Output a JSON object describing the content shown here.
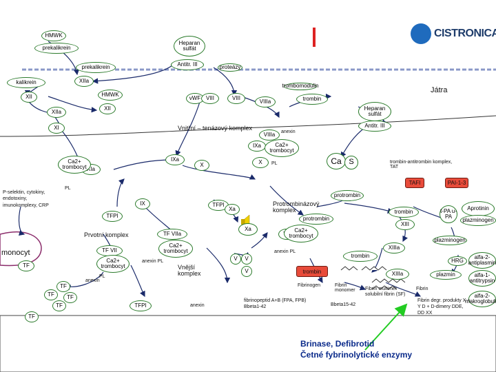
{
  "logo": {
    "text": "CISTRONICA"
  },
  "labels": {
    "hmwk_top": "HMWK",
    "prekalikrein_top": "prekalikrein",
    "heparan_top": "Heparan sulfát",
    "antitr_top": "Antitr. III",
    "prekalikrein_mid": "prekalikrein",
    "proteazy": "proteázy",
    "kalikrein": "kalikrein",
    "xiia_top": "XIIa",
    "trombomodulin": "trombomodulin",
    "xii": "XII",
    "hmwk_mid": "HMWK",
    "xiia_left": "XIIa",
    "xii_mid": "XII",
    "vwf": "vWF",
    "viii": "VIII",
    "viii_b": "VIII",
    "viiia_top": "VIIIa",
    "trombin_top": "trombin",
    "jatra": "Játra",
    "heparan_right": "Heparan sulfát",
    "antitr_right": "Antitr. III",
    "xi": "XI",
    "vnitrni": "Vnitřní – tenázový komplex",
    "viiia_mid": "VIIIa",
    "anexin_top": "anexin",
    "ixa_mid": "IXa",
    "ca_trombocyt_1": "Ca2+ trombocyt",
    "xia": "XIa",
    "ca_trombocyt_left": "Ca2+ trombocyt",
    "ixa_left": "IXa",
    "x_left": "X",
    "x_mid": "X",
    "pl_mid": "PL",
    "ca_big": "Ca",
    "s_big": "S",
    "trombin_antitrombin": "trombin-antitrombin komplex, TAT",
    "pselektin": "P-selektin, cytokiny, endotoxiny, imunokomplexy, CRP",
    "pl_left": "PL",
    "tafi": "TAFI",
    "pai": "PAI-1-3",
    "ix": "IX",
    "tfpi_left": "TFPI",
    "tfpi_mid": "TFPI",
    "xa_mid": "Xa",
    "protrombin_top": "protrombin",
    "protrombinazovy": "Protrombinázový komplex",
    "protrombin_mid": "protrombin",
    "trombin_right": "trombin",
    "tpa": "t-PA u-PA",
    "aprotinin": "Aprotinin",
    "plazminogen_right": "plazminogen",
    "xiii": "XIII",
    "prvotni": "Prvotní komplex",
    "tf_viia": "TF VIIa",
    "xa_low": "Xa",
    "va": "Va",
    "ca_trombocyt_2": "Ca2+ trombocyt",
    "plazminogen_low": "plazminogen",
    "ca_trombocyt_3": "Ca2+ trombocyt",
    "monocyt": "monocyt",
    "tf_vii": "TF VII",
    "ca_trombocyt_4": "Ca2+ trombocyt",
    "anexin_pl": "anexin PL",
    "vnejsi": "Vnější komplex",
    "v1": "V",
    "v2": "V",
    "v3": "V",
    "anexin_pl_2": "anexin PL",
    "trombin_low": "trombin",
    "xiiia": "XIIIa",
    "hrg": "HRG",
    "alfa2_antiplasmin": "alfa-2-antiplasmin",
    "tf_monocyt": "TF",
    "pl_low": "PL",
    "anexin_low": "anexin",
    "trombin_red": "trombin",
    "xiiia_2": "XIIIa",
    "plazmin": "plazmin",
    "alfa1_antitrypsin": "alfa-1-antitrypsin",
    "tf_1": "TF",
    "tf_2": "TF",
    "tf_3": "TF",
    "tf_4": "TF",
    "tf_5": "TF",
    "tfpi_bottom": "TFPI",
    "anexin_bottom": "anexin",
    "fibrinogen": "Fibrinogen",
    "fibrin_monomer": "Fibrin monomer",
    "fibrin_multimer": "Fibrin multimer solubilní fibrin (SF)",
    "fibrin": "Fibrin",
    "alfa2_makroglobulin": "alfa-2-makroglobulin",
    "fibrinopeptid": "fibrinopeptid A+B (FPA, FPB) Bbeta1-42",
    "bbeta": "Bbeta15-42",
    "degradation": "Fibrin degr. produkty X + Y D + D-dimery DDE, DD XX",
    "bottom_line1": "Brinase, Defibrotid",
    "bottom_line2": "Četné fybrinolytické enzymy"
  },
  "colors": {
    "node_border": "#2a7a2a",
    "arrow": "#1a2a6a",
    "red_box": "#e84b3a",
    "bottom_text": "#0a2a8a",
    "green_arrow": "#22cc22",
    "dashed_band": "#8a98c8"
  }
}
